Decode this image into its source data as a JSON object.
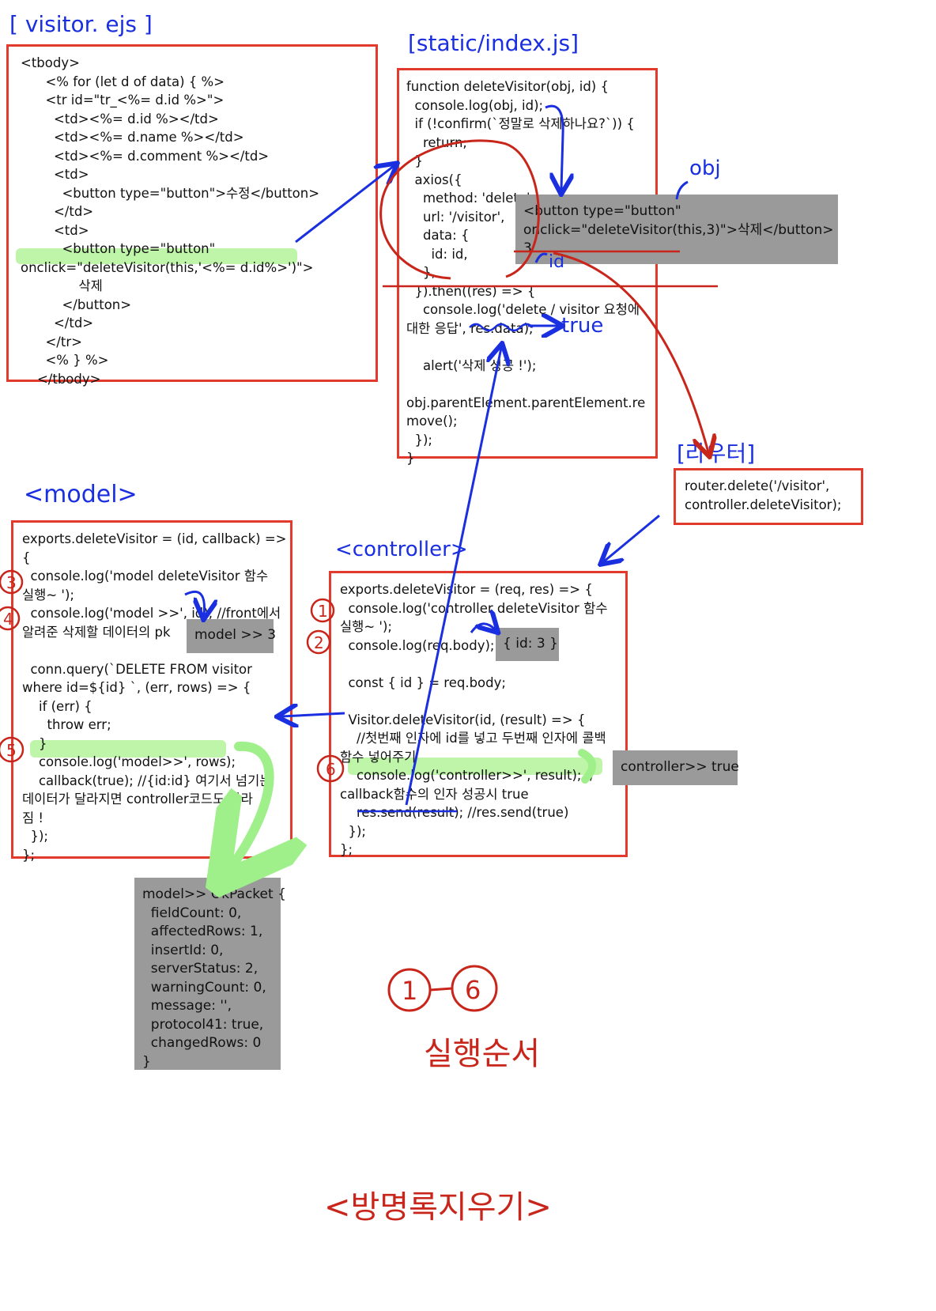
{
  "headings": {
    "visitor_ejs": "[ visitor. ejs ]",
    "static_index": "[static/index.js]",
    "router": "[라우터]",
    "model": "<model>",
    "controller": "<controller>",
    "obj_note": "obj",
    "true_note": "true",
    "id_note": "id"
  },
  "visitor_ejs_code": "<tbody>\n      <% for (let d of data) { %>\n      <tr id=\"tr_<%= d.id %>\">\n        <td><%= d.id %></td>\n        <td><%= d.name %></td>\n        <td><%= d.comment %></td>\n        <td>\n          <button type=\"button\">수정</button>\n        </td>\n        <td>\n          <button type=\"button\"\nonclick=\"deleteVisitor(this,'<%= d.id%>')\">\n              삭제\n          </button>\n        </td>\n      </tr>\n      <% } %>\n    </tbody>",
  "static_index_code": "function deleteVisitor(obj, id) {\n  console.log(obj, id);\n  if (!confirm(`정말로 삭제하나요?`)) {\n    return;\n  }\n  axios({\n    method: 'delete',\n    url: '/visitor',\n    data: {\n      id: id,\n    },\n  }).then((res) => {\n    console.log('delete / visitor 요청에\n대한 응답', res.data);\n\n    alert('삭제 성공 !');\n\nobj.parentElement.parentElement.re\nmove();\n  });\n}",
  "button_popup": "<button type=\"button\"\nonclick=\"deleteVisitor(this,3)\">삭제</button>\n3",
  "router_code": "router.delete('/visitor',\ncontroller.deleteVisitor);",
  "model_code": "exports.deleteVisitor = (id, callback) =>\n{\n  console.log('model deleteVisitor 함수\n실행~ ');\n  console.log('model >>', id); //front에서\n알려준 삭제할 데이터의 pk\n\n  conn.query(`DELETE FROM visitor\nwhere id=${id} `, (err, rows) => {\n    if (err) {\n      throw err;\n    }\n    console.log('model>>', rows);\n    callback(true); //{id:id} 여기서 넘기는\n데이터가 달라지면 controller코드도 달라\n짐 !\n  });\n};",
  "model_popup": "model >> 3",
  "controller_code": "exports.deleteVisitor = (req, res) => {\n  console.log('controller deleteVisitor 함수\n실행~ ');\n  console.log(req.body);\n\n  const { id } = req.body;\n\n  Visitor.deleteVisitor(id, (result) => {\n    //첫번째 인자에 id를 넣고 두번째 인자에 콜백\n함수 넣어주기\n    console.log('controller>>', result); //\ncallback함수의 인자 성공시 true\n    res.send(result); //res.send(true)\n  });\n};",
  "controller_popup_body": "{ id: 3 }",
  "controller_popup_result": "controller>> true",
  "okpacket_popup": "model>> OkPacket {\n  fieldCount: 0,\n  affectedRows: 1,\n  insertId: 0,\n  serverStatus: 2,\n  warningCount: 0,\n  message: '',\n  protocol41: true,\n  changedRows: 0\n}",
  "step_numbers": [
    "1",
    "2",
    "3",
    "4",
    "5",
    "6"
  ],
  "legend": {
    "range_start": "1",
    "range_end": "6",
    "caption": "실행순서"
  },
  "footer_title": "<방명록지우기>",
  "colors": {
    "box_border": "#e23b2e",
    "ink_blue": "#1a2fe0",
    "ink_red": "#c8251b",
    "highlight_green": "#bff5a8",
    "popup_gray": "#9a9a9a"
  }
}
